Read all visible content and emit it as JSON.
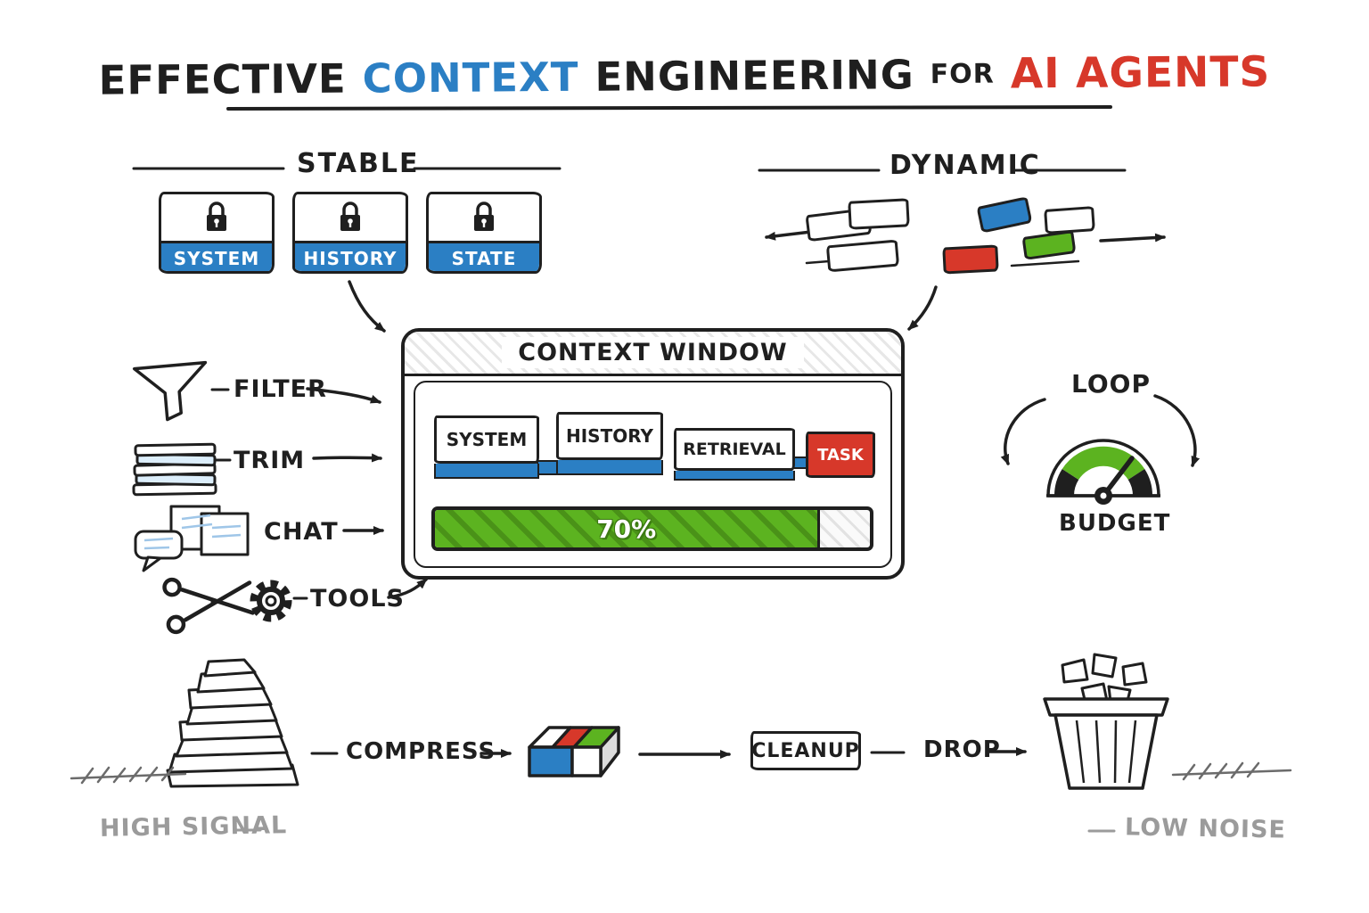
{
  "title": {
    "word1": "EFFECTIVE",
    "word2": "CONTEXT",
    "word3": "ENGINEERING",
    "word4": "FOR",
    "word5": "AI AGENTS"
  },
  "stable": {
    "label": "STABLE",
    "cards": [
      {
        "label": "SYSTEM",
        "icon": "lock-icon"
      },
      {
        "label": "HISTORY",
        "icon": "lock-icon"
      },
      {
        "label": "STATE",
        "icon": "lock-icon"
      }
    ]
  },
  "dynamic": {
    "label": "DYNAMIC"
  },
  "context_window": {
    "title": "CONTEXT WINDOW",
    "segments": [
      {
        "label": "SYSTEM"
      },
      {
        "label": "HISTORY"
      },
      {
        "label": "RETRIEVAL"
      },
      {
        "label": "TASK"
      }
    ],
    "usage_percent": "70%"
  },
  "input_controls": [
    {
      "label": "FILTER",
      "icon": "funnel-icon"
    },
    {
      "label": "TRIM",
      "icon": "paper-stack-icon"
    },
    {
      "label": "CHAT",
      "icon": "chat-bubbles-icon"
    },
    {
      "label": "TOOLS",
      "icon": "scissors-gear-icon"
    }
  ],
  "loop": {
    "label": "LOOP",
    "budget_label": "BUDGET",
    "icon": "gauge-icon"
  },
  "pipeline": {
    "compress_label": "COMPRESS",
    "cleanup_label": "CLEANUP",
    "drop_label": "DROP",
    "start_icon": "paper-pile-icon",
    "middle_icon": "compressed-box-icon",
    "end_icon": "trash-can-icon"
  },
  "footer": {
    "left": "HIGH SIGNAL",
    "right": "LOW NOISE"
  },
  "colors": {
    "ink": "#1f1f1f",
    "blue": "#2b7fc4",
    "red": "#d7382a",
    "green": "#5cb320",
    "gray": "#9b9b9b"
  }
}
